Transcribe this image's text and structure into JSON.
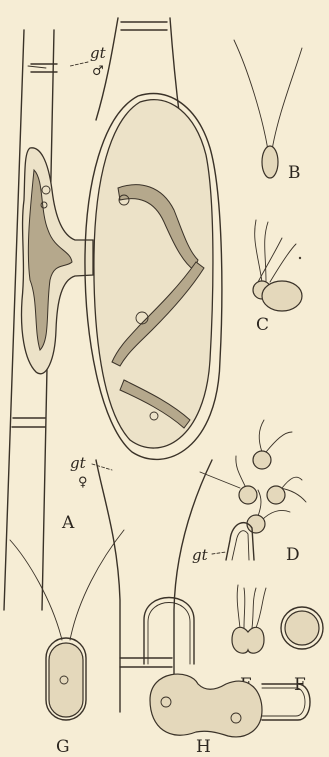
{
  "labels": {
    "A": "A",
    "B": "B",
    "C": "C",
    "D": "D",
    "E": "E",
    "F": "F",
    "G": "G",
    "H": "H",
    "gt_male": "gt",
    "male_symbol": "♂",
    "gt_female": "gt",
    "female_symbol": "♀",
    "gt_d": "gt"
  },
  "colors": {
    "paper": "#f6edd5",
    "ink": "#3a3228"
  }
}
